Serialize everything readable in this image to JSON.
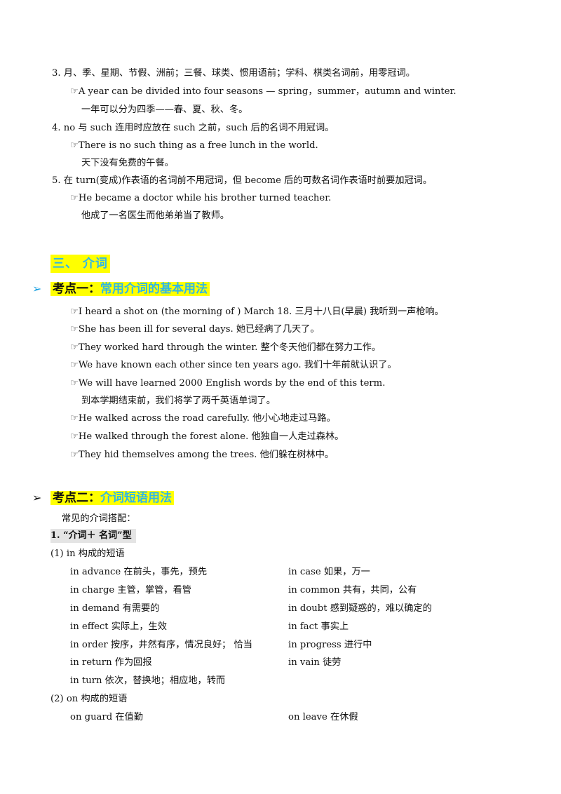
{
  "rules": [
    {
      "head": "3. 月、季、星期、节假、洲前；三餐、球类、惯用语前；学科、棋类名词前，用零冠词。",
      "example": "A year can be divided into four seasons — spring，summer，autumn and winter.",
      "translation": "一年可以分为四季——春、夏、秋、冬。"
    },
    {
      "head": "4. no 与 such 连用时应放在 such 之前，such 后的名词不用冠词。",
      "example": "There is no such thing as a free lunch in the world.",
      "translation": "天下没有免费的午餐。"
    },
    {
      "head": "5.  在 turn(变成)作表语的名词前不用冠词，但 become 后的可数名词作表语时前要加冠词。",
      "example": "He became a doctor while his brother turned teacher.",
      "translation": "他成了一名医生而他弟弟当了教师。"
    }
  ],
  "hand_icon": "☞",
  "arrow_icon": "➢",
  "section3": {
    "title": "三、  介词"
  },
  "kaodian1": {
    "label": "考点一：",
    "title": "常用介词的基本用法",
    "examples": [
      "I heard a shot on (the morning of )  March 18. 三月十八日(早晨) 我听到一声枪响。",
      "She has been ill for several days. 她已经病了几天了。",
      "They worked hard through the winter. 整个冬天他们都在努力工作。",
      "We have known each other since ten years ago. 我们十年前就认识了。",
      "We will have learned 2000 English words by the end of this term.",
      "He walked across the road carefully. 他小心地走过马路。",
      "He walked through the forest alone. 他独自一人走过森林。",
      "They hid themselves among the trees.  他们躲在树林中。"
    ],
    "example5_translation": "到本学期结束前，我们将学了两千英语单词了。"
  },
  "kaodian2": {
    "label": "考点二：",
    "title": "介词短语用法",
    "intro": "常见的介词搭配：",
    "type1_title": "1. “介词＋ 名词”型",
    "in_title": "(1) in  构成的短语",
    "in_phrases": [
      [
        "in advance  在前头，事先，预先",
        "in case  如果，万一"
      ],
      [
        "in charge 主管，掌管，看管",
        "in common 共有，共同，公有"
      ],
      [
        "in demand 有需要的",
        "in doubt  感到疑惑的，难以确定的"
      ],
      [
        "in effect 实际上，生效",
        "in fact 事实上"
      ],
      [
        "in order 按序，井然有序，情况良好；   恰当",
        "in progress 进行中"
      ],
      [
        "in return 作为回报",
        "in vain 徒劳"
      ],
      [
        "in turn 依次，替换地；相应地，转而",
        ""
      ]
    ],
    "on_title": "(2) on 构成的短语",
    "on_phrases": [
      [
        "on guard  在值勤",
        "on leave 在休假"
      ]
    ]
  }
}
